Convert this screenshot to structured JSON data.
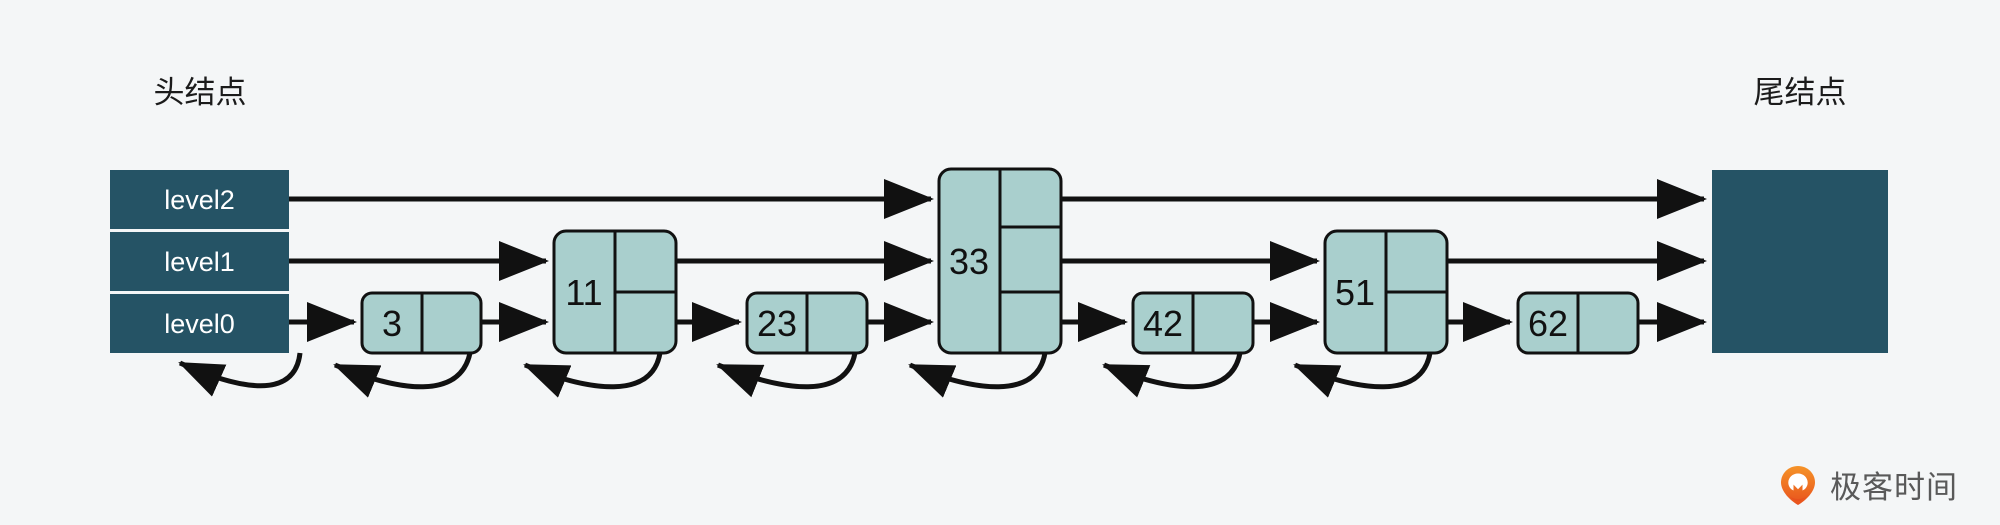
{
  "diagram": {
    "title_head": "头结点",
    "title_tail": "尾结点",
    "type": "skip-list",
    "colors": {
      "background": "#f4f6f7",
      "sentinel_fill": "#255365",
      "sentinel_text": "#ffffff",
      "node_fill": "#a9cfcd",
      "stroke": "#111111",
      "brand_orange": "#f26b1f"
    },
    "head_node": {
      "name": "head-sentinel",
      "levels": [
        {
          "label": "level2",
          "index": 2
        },
        {
          "label": "level1",
          "index": 1
        },
        {
          "label": "level0",
          "index": 0
        }
      ]
    },
    "tail_node": {
      "name": "tail-sentinel",
      "label": ""
    },
    "nodes": [
      {
        "key": "3",
        "levels": 1
      },
      {
        "key": "11",
        "levels": 2
      },
      {
        "key": "23",
        "levels": 1
      },
      {
        "key": "33",
        "levels": 3
      },
      {
        "key": "42",
        "levels": 1
      },
      {
        "key": "51",
        "levels": 2
      },
      {
        "key": "62",
        "levels": 1
      }
    ],
    "level_rows": [
      {
        "index": 2,
        "label": "level2",
        "members": [
          "33"
        ]
      },
      {
        "index": 1,
        "label": "level1",
        "members": [
          "11",
          "33",
          "51"
        ]
      },
      {
        "index": 0,
        "label": "level0",
        "members": [
          "3",
          "11",
          "23",
          "33",
          "42",
          "51",
          "62"
        ]
      }
    ],
    "backward_links": [
      {
        "from": "3",
        "to": "head"
      },
      {
        "from": "11",
        "to": "3"
      },
      {
        "from": "23",
        "to": "11"
      },
      {
        "from": "33",
        "to": "23"
      },
      {
        "from": "42",
        "to": "33"
      },
      {
        "from": "51",
        "to": "42"
      },
      {
        "from": "62",
        "to": "51"
      }
    ]
  },
  "brand": {
    "name": "极客时间",
    "logo_icon": "geekbang-pin-icon"
  }
}
